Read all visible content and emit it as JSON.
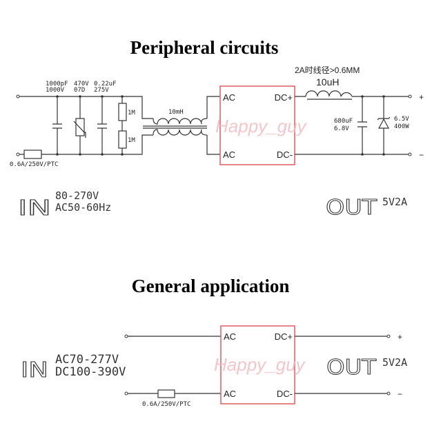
{
  "sections": [
    {
      "title": "Peripheral circuits",
      "input": {
        "label": "IN",
        "spec_line1": "80-270V",
        "spec_line2": "AC50-60Hz",
        "fuse": "0.6A/250V/PTC"
      },
      "components": {
        "cap1_line1": "1000pF",
        "cap1_line2": "1000V",
        "varistor_line1": "470V",
        "varistor_line2": "07D",
        "cap2_line1": "0.22uF",
        "cap2_line2": "275V",
        "resistor1": "1M",
        "resistor2": "1M",
        "common_mode_choke": "10mH",
        "inductor_note": "2A时线径>0.6MM",
        "inductor": "10uH",
        "out_cap_line1": "680uF",
        "out_cap_line2": "6.8V",
        "tvs_line1": "6.5V",
        "tvs_line2": "400W"
      },
      "module": {
        "pin_ac_top": "AC",
        "pin_ac_bottom": "AC",
        "pin_dc_plus": "DC+",
        "pin_dc_minus": "DC-"
      },
      "output": {
        "label": "OUT",
        "spec": "5V2A",
        "plus": "+",
        "minus": "−"
      }
    },
    {
      "title": "General application",
      "input": {
        "label": "IN",
        "spec_line1": "AC70-277V",
        "spec_line2": "DC100-390V",
        "fuse": "0.6A/250V/PTC"
      },
      "module": {
        "pin_ac_top": "AC",
        "pin_ac_bottom": "AC",
        "pin_dc_plus": "DC+",
        "pin_dc_minus": "DC-"
      },
      "output": {
        "label": "OUT",
        "spec": "5V2A",
        "plus": "+",
        "minus": "−"
      }
    }
  ],
  "watermark": "Happy_guy",
  "colors": {
    "module_border": "#e05a60",
    "watermark": "#f2b9bf",
    "wire": "#333333"
  }
}
